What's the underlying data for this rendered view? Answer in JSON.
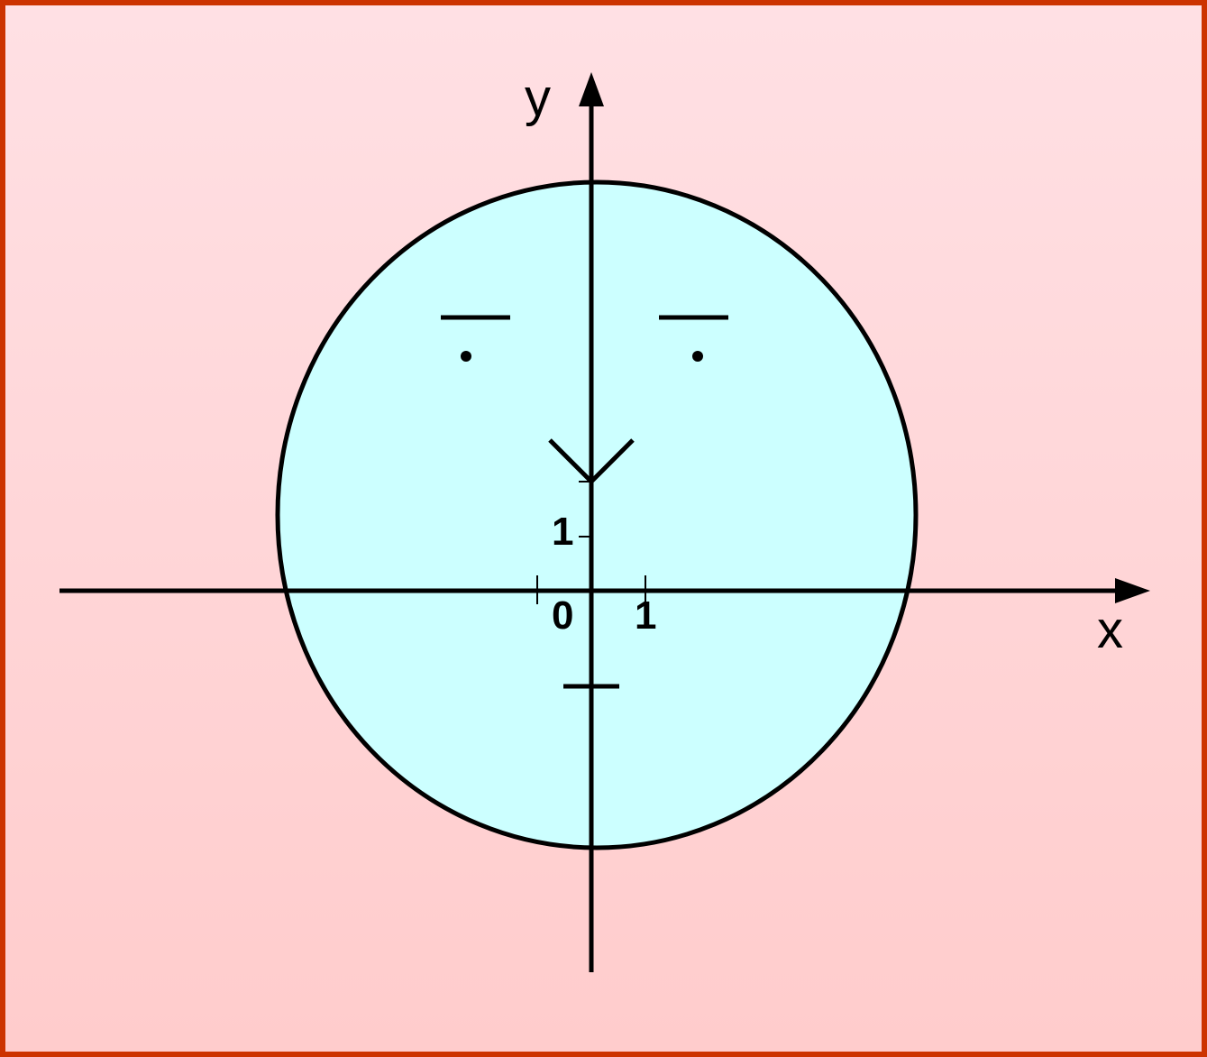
{
  "axes": {
    "x_label": "x",
    "y_label": "y"
  },
  "ticks": {
    "origin": "0",
    "x_one": "1",
    "y_one": "1"
  },
  "colors": {
    "frame_border": "#cc3300",
    "background": "#ffdde2",
    "face_fill": "#ccffff",
    "stroke": "#000000"
  }
}
